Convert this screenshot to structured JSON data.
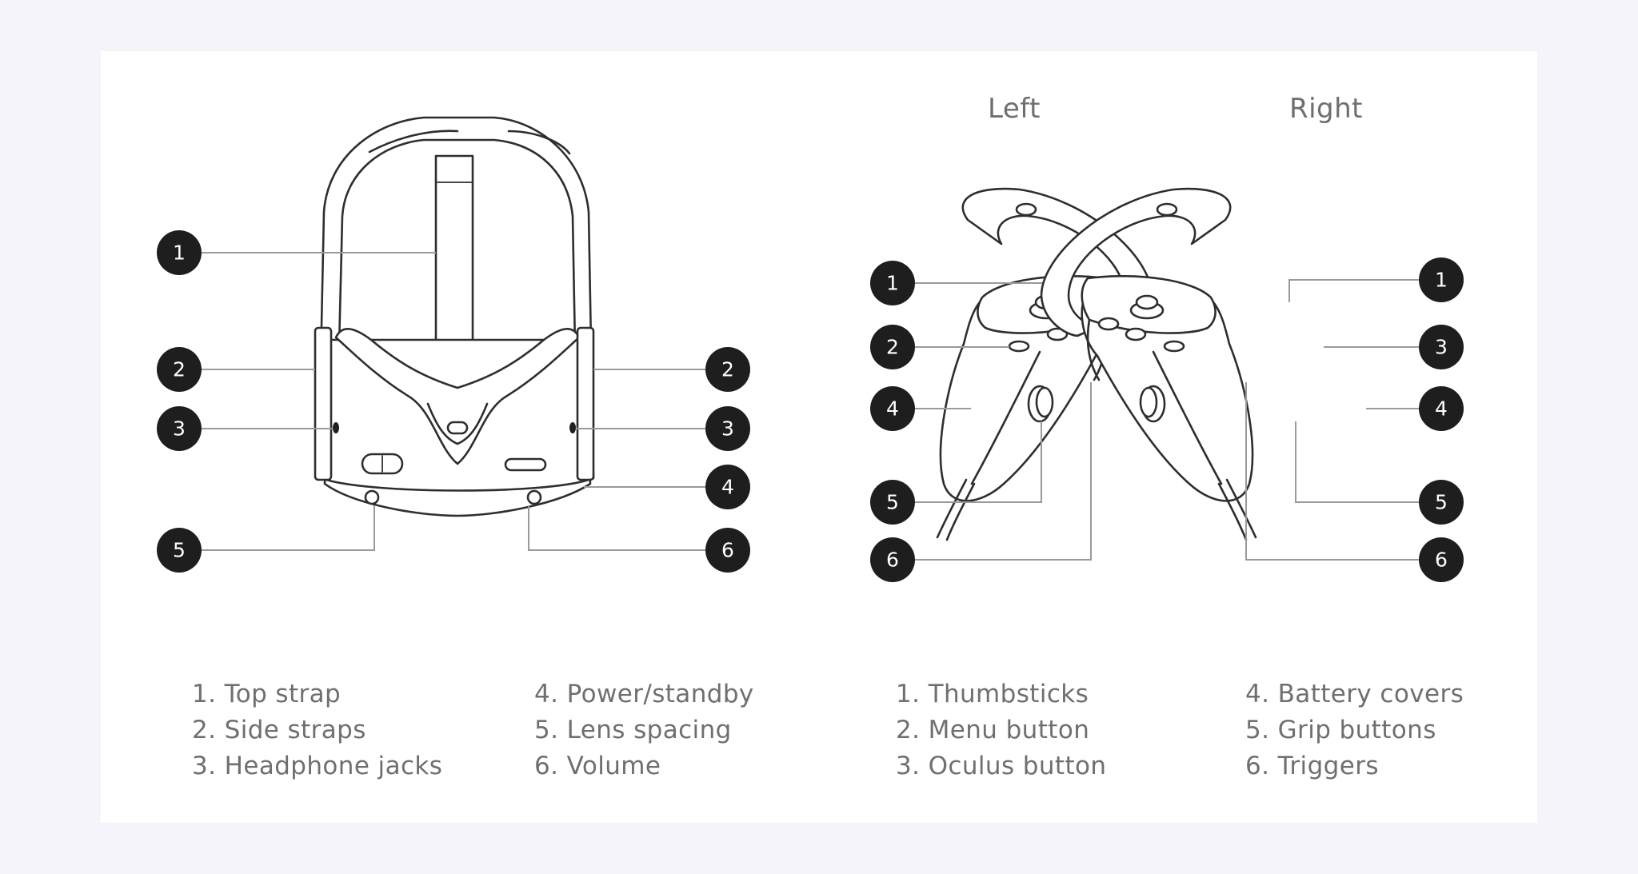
{
  "controllers": {
    "left_title": "Left",
    "right_title": "Right"
  },
  "headset_callouts": [
    "1",
    "2",
    "3",
    "4",
    "5",
    "6"
  ],
  "controller_callouts": [
    "1",
    "2",
    "3",
    "4",
    "5",
    "6"
  ],
  "legend": {
    "headset_col1": [
      "1. Top strap",
      "2. Side straps",
      "3. Headphone jacks"
    ],
    "headset_col2": [
      "4. Power/standby",
      "5. Lens spacing",
      "6. Volume"
    ],
    "controller_col1": [
      "1. Thumbsticks",
      "2. Menu button",
      "3. Oculus button"
    ],
    "controller_col2": [
      "4. Battery covers",
      "5. Grip buttons",
      "6. Triggers"
    ]
  },
  "colors": {
    "page_background": "#f4f4fa",
    "card_background": "#ffffff",
    "callout_fill": "#1e1e1e",
    "text_gray": "#6f6f6f",
    "leader_line": "#9a9a9a"
  }
}
